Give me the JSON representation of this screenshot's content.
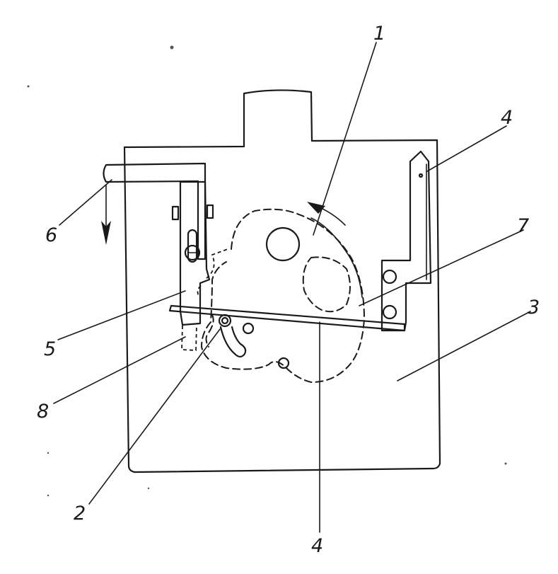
{
  "labels": {
    "l1": "1",
    "l2": "2",
    "l3": "3",
    "l4_top": "4",
    "l4_bottom": "4",
    "l5": "5",
    "l6": "6",
    "l7": "7",
    "l8": "8"
  }
}
